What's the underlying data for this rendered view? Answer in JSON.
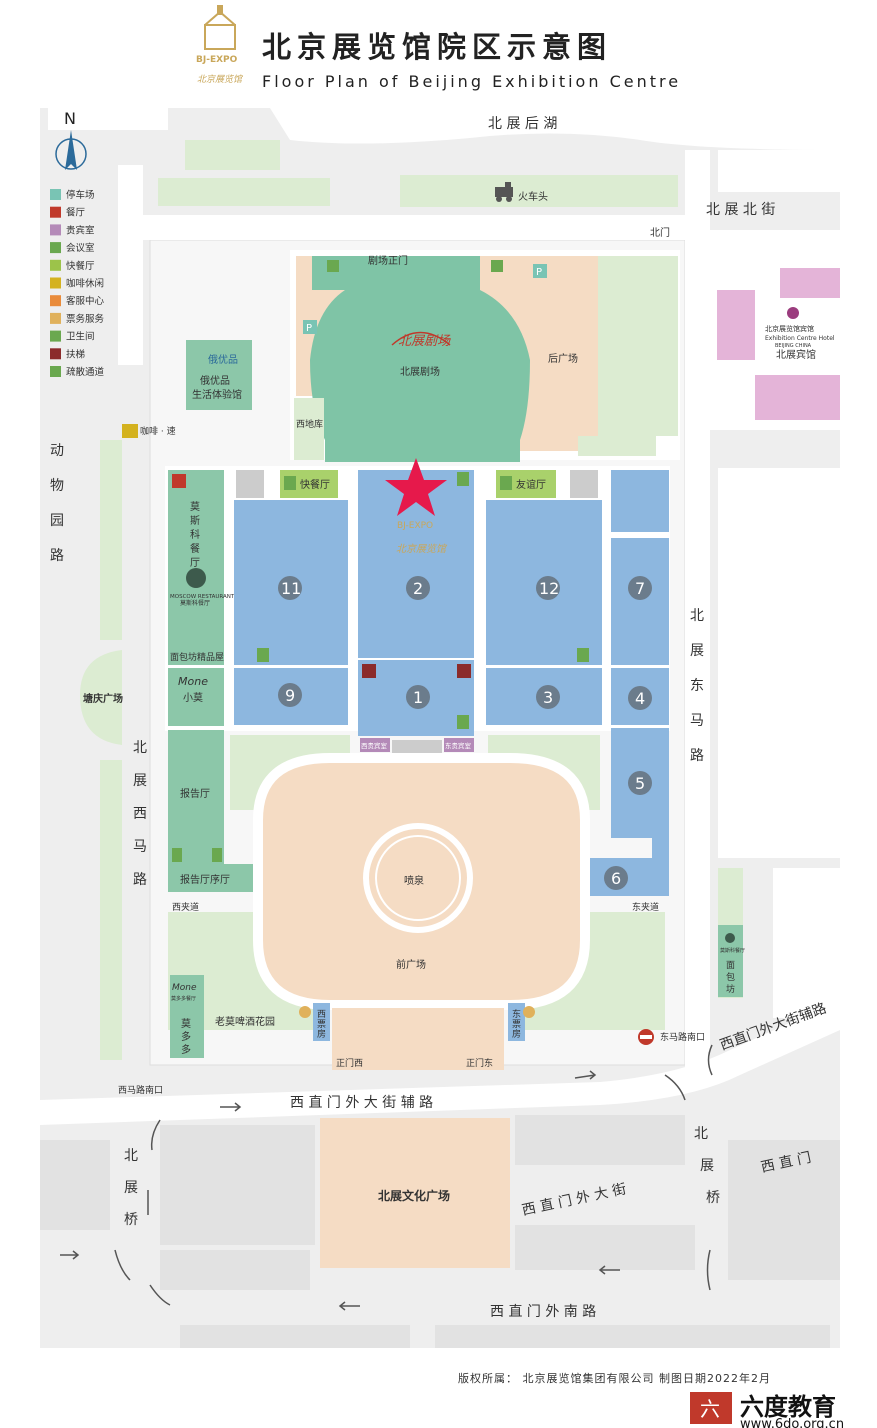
{
  "header": {
    "title": "北京展览馆院区示意图",
    "subtitle": "Floor Plan of Beijing Exhibition Centre",
    "logo_text": "BJ-EXPO",
    "logo_script": "北京展览馆"
  },
  "compass": {
    "label": "N"
  },
  "legend": [
    {
      "icon": "parking-icon",
      "glyph": "P",
      "label": "停车场",
      "color": "#79c4b4"
    },
    {
      "icon": "restaurant-icon",
      "glyph": "🍴",
      "label": "餐厅",
      "color": "#c0392b"
    },
    {
      "icon": "vip-icon",
      "glyph": "VIP",
      "label": "贵宾室",
      "color": "#b48ab8"
    },
    {
      "icon": "meeting-room-icon",
      "glyph": "●",
      "label": "会议室",
      "color": "#6aa84f"
    },
    {
      "icon": "fast-food-icon",
      "glyph": "◆",
      "label": "快餐厅",
      "color": "#9cc34a"
    },
    {
      "icon": "coffee-icon",
      "glyph": "☕",
      "label": "咖啡休闲",
      "color": "#d4b21f"
    },
    {
      "icon": "service-center-icon",
      "glyph": "✎",
      "label": "客服中心",
      "color": "#e98b3a"
    },
    {
      "icon": "ticket-icon",
      "glyph": "▬",
      "label": "票务服务",
      "color": "#e0b15b"
    },
    {
      "icon": "restroom-icon",
      "glyph": "♥",
      "label": "卫生间",
      "color": "#6aa84f"
    },
    {
      "icon": "escalator-icon",
      "glyph": "⟋",
      "label": "扶梯",
      "color": "#8b2b2b"
    },
    {
      "icon": "evacuation-icon",
      "glyph": "⇗",
      "label": "疏散通道",
      "color": "#6aa84f"
    }
  ],
  "roads": {
    "north_lake": "北 展 后 湖",
    "beizhan_north_street": "北 展 北 街",
    "zoo_road": [
      "动",
      "物",
      "园",
      "路"
    ],
    "west_ma_road": [
      "北",
      "展",
      "西",
      "马",
      "路"
    ],
    "east_ma_road": [
      "北",
      "展",
      "东",
      "马",
      "路"
    ],
    "xizhimenwai_aux": "西 直 门 外 大 街 辅 路",
    "xizhimenwai_aux_right": "西直门外大街辅路",
    "xizhimenwai_street": "西 直 门 外 大 街",
    "xizhimen": "西 直 门",
    "xizhimenwai_south": "西 直 门 外 南 路",
    "beizhan_bridge_left": [
      "北",
      "展",
      "桥"
    ],
    "beizhan_bridge_right": [
      "北",
      "展",
      "桥"
    ]
  },
  "places": {
    "locomotive": "火车头",
    "north_gate": "北门",
    "theater_gate": "剧场正门",
    "theater": "北展剧场",
    "theater_logo": "北展剧场",
    "rear_plaza": "后广场",
    "west_warehouse": "西地库",
    "eyoupin_logo": "俄优品",
    "eyoupin": [
      "俄优品",
      "生活体验馆"
    ],
    "coffee": "咖啡 · 速",
    "hotel_logo": [
      "北京展览馆宾馆",
      "Exhibition Centre Hotel",
      "BEIJING CHINA"
    ],
    "hotel": "北展宾馆",
    "fast_food": "快餐厅",
    "friendship_hall": "友谊厅",
    "moscow_restaurant": [
      "莫",
      "斯",
      "科",
      "餐",
      "厅"
    ],
    "moscow_restaurant_en": "MOSCOW RESTAURANT",
    "moscow_restaurant_cn": "莫斯科餐厅",
    "bakery": "面包坊精品屋",
    "xiaomo_logo": "Mone",
    "xiaomo": "小莫",
    "report_hall": "报告厅",
    "report_hall_foyer": "报告厅序厅",
    "tangqing_plaza": "塘庆广场",
    "west_vip": "西贵宾室",
    "east_vip": "东贵宾室",
    "fountain": "喷泉",
    "front_plaza": "前广场",
    "west_passage": "西夹道",
    "east_passage": "东夹道",
    "beer_garden": "老莫啤酒花园",
    "momo_logo": "Mone",
    "momo_sub": "莫多多餐厅",
    "momo": [
      "莫",
      "多",
      "多"
    ],
    "west_ticket": [
      "西",
      "票",
      "房"
    ],
    "east_ticket": [
      "东",
      "票",
      "房"
    ],
    "gate_west": "正门西",
    "gate_east": "正门东",
    "east_ma_gate": "东马路南口",
    "west_ma_gate": "西马路南口",
    "culture_plaza": "北展文化广场",
    "bakery_right": [
      "面",
      "包",
      "坊"
    ],
    "bakery_right_logo": "莫斯科餐厅"
  },
  "halls": [
    "11",
    "2",
    "12",
    "7",
    "9",
    "1",
    "3",
    "4",
    "5",
    "6"
  ],
  "expo_mark": {
    "line1": "BJ-EXPO",
    "line2": "北京展览馆"
  },
  "footer": {
    "copyright": "版权所属： 北京展览馆集团有限公司  制图日期2022年2月",
    "watermark_cn": "六度教育",
    "watermark_url": "www.6do.org.cn",
    "watermark_logo": "六"
  },
  "colors": {
    "hall_blue": "#8db7df",
    "plaza_peach": "#f5dcc4",
    "green_building": "#8cc7a9",
    "lawn": "#dcecd2",
    "theater_green": "#7fc4a6",
    "hotel_pink": "#e4b4d8",
    "star": "#e6194b",
    "road_gray": "#e6e6e6"
  }
}
